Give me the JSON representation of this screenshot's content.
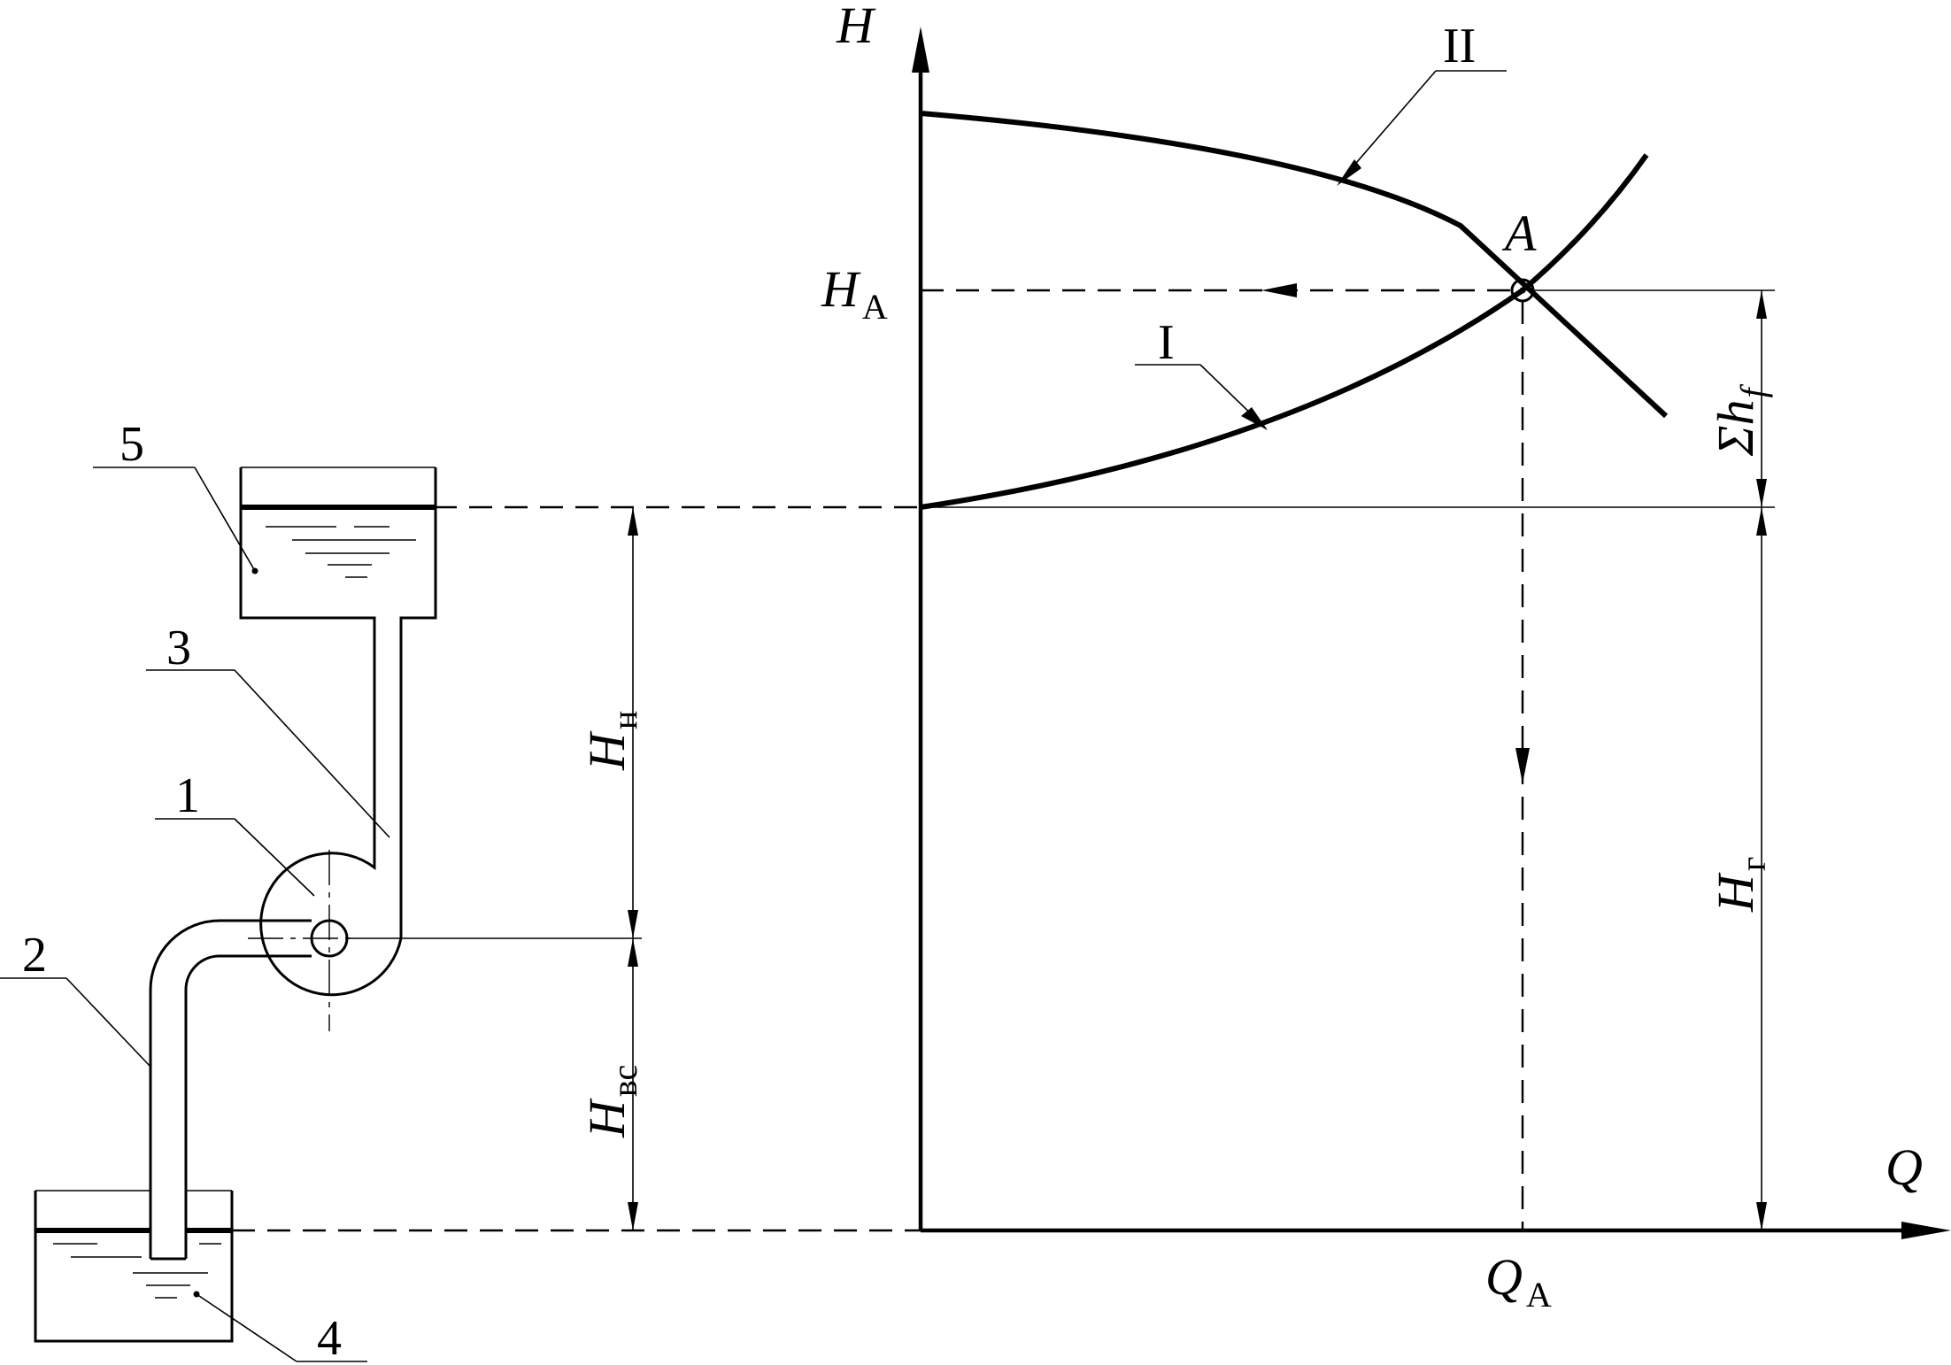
{
  "axes": {
    "y_label": "H",
    "x_label": "Q"
  },
  "points": {
    "operating_point": "A"
  },
  "levels": {
    "head_a": {
      "main": "H",
      "sub": "A"
    },
    "flow_a": {
      "main": "Q",
      "sub": "A"
    }
  },
  "dimensions": {
    "discharge_head": {
      "main": "H",
      "sub": "н"
    },
    "suction_head": {
      "main": "H",
      "sub": "вс"
    },
    "geometric_head": {
      "main": "H",
      "sub": "г"
    },
    "losses": {
      "main": "Σh",
      "sub": "f"
    }
  },
  "curves": {
    "system_curve": "I",
    "pump_curve": "II"
  },
  "components": {
    "pump": "1",
    "suction_pipe": "2",
    "discharge_pipe": "3",
    "lower_tank": "4",
    "upper_tank": "5"
  }
}
